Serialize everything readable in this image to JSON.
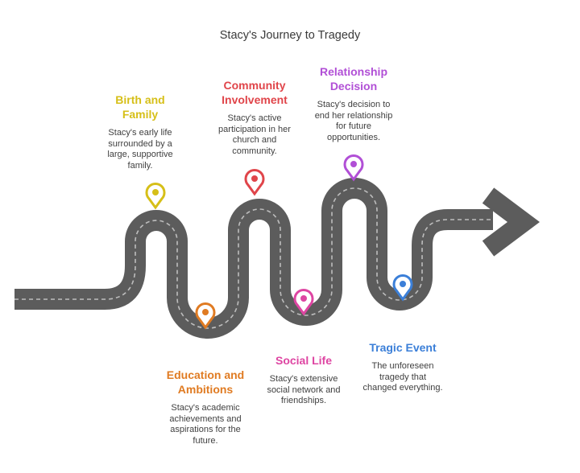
{
  "title": "Stacy's Journey to Tragedy",
  "stages": [
    {
      "heading": "Birth and\nFamily",
      "text": "Stacy's early life\nsurrounded by a\nlarge, supportive\nfamily.",
      "color": "#d6bf18"
    },
    {
      "heading": "Education and\nAmbitions",
      "text": "Stacy's academic\nachievements and\naspirations for the\nfuture.",
      "color": "#e07b22"
    },
    {
      "heading": "Community\nInvolvement",
      "text": "Stacy's active\nparticipation in her\nchurch and\ncommunity.",
      "color": "#e0454a"
    },
    {
      "heading": "Social Life",
      "text": "Stacy's extensive\nsocial network and\nfriendships.",
      "color": "#de45a2"
    },
    {
      "heading": "Relationship\nDecision",
      "text": "Stacy's decision to\nend her relationship\nfor future\nopportunities.",
      "color": "#b14fd6"
    },
    {
      "heading": "Tragic Event",
      "text": "The unforeseen\ntragedy that\nchanged everything.",
      "color": "#3b7fd8"
    }
  ],
  "colors": {
    "road": "#5c5c5c",
    "dash": "#bdbdbd"
  }
}
